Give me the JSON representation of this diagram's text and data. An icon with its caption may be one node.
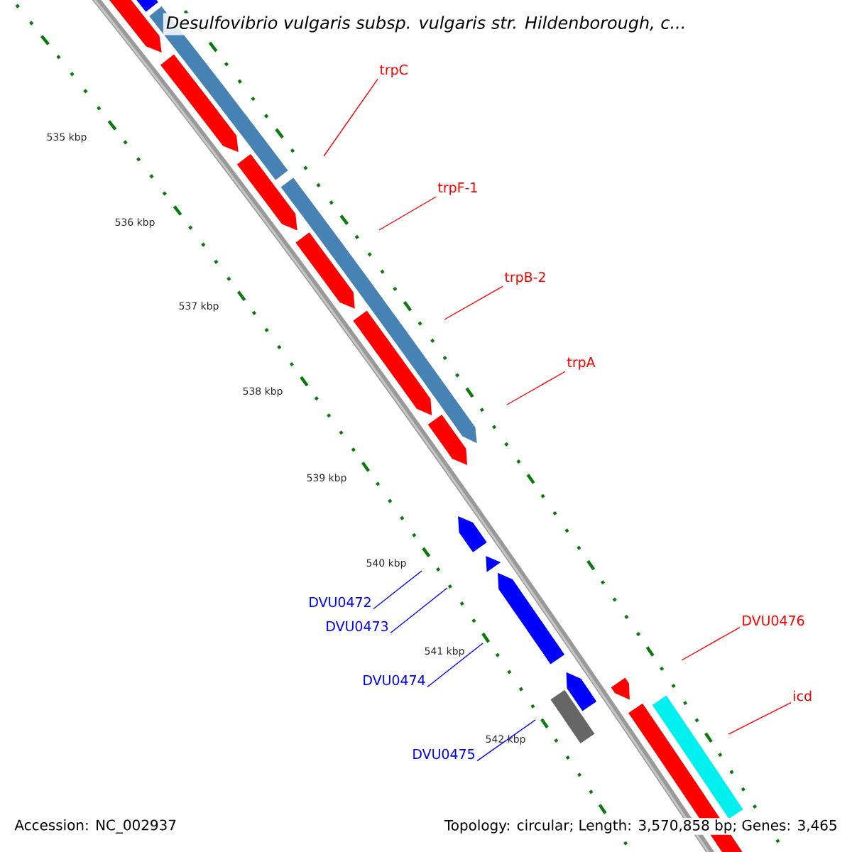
{
  "diagram": {
    "title": "Desulfovibrio vulgaris subsp. vulgaris str. Hildenborough, c...",
    "nodes": [
      {
        "text": [
          "trpC"
        ]
      },
      {
        "text": [
          "trpF-1"
        ]
      },
      {
        "text": [
          "trpB-2"
        ]
      },
      {
        "text": [
          "trpA"
        ]
      },
      {
        "text": [
          "DVU0472"
        ]
      },
      {
        "text": [
          "DVU0473"
        ]
      },
      {
        "text": [
          "DVU0474"
        ]
      },
      {
        "text": [
          "DVU0475"
        ]
      },
      {
        "text": [
          "DVU0476"
        ]
      },
      {
        "text": [
          "icd"
        ]
      }
    ],
    "edges": [
      {
        "from": 0,
        "to": null,
        "arrow": "none"
      },
      {
        "from": 1,
        "to": null,
        "arrow": "none"
      },
      {
        "from": 2,
        "to": null,
        "arrow": "none"
      },
      {
        "from": 3,
        "to": null,
        "arrow": "none"
      },
      {
        "from": 4,
        "to": null,
        "arrow": "none",
        "color": "#0000ff"
      },
      {
        "from": 5,
        "to": null,
        "arrow": "none",
        "color": "#0000ff"
      },
      {
        "from": 6,
        "to": null,
        "arrow": "none",
        "color": "#0000ff"
      },
      {
        "from": 7,
        "to": null,
        "arrow": "none",
        "color": "#0000ff"
      },
      {
        "from": 8,
        "to": null,
        "arrow": "none"
      },
      {
        "from": 9,
        "to": null,
        "arrow": "none"
      }
    ],
    "labels": [
      "535 kbp",
      "536 kbp",
      "537 kbp",
      "538 kbp",
      "539 kbp",
      "540 kbp",
      "541 kbp",
      "542 kbp",
      "Accession: NC_002937",
      "Topology: circular; Length: 3,570,858 bp; Genes: 3,465"
    ]
  }
}
